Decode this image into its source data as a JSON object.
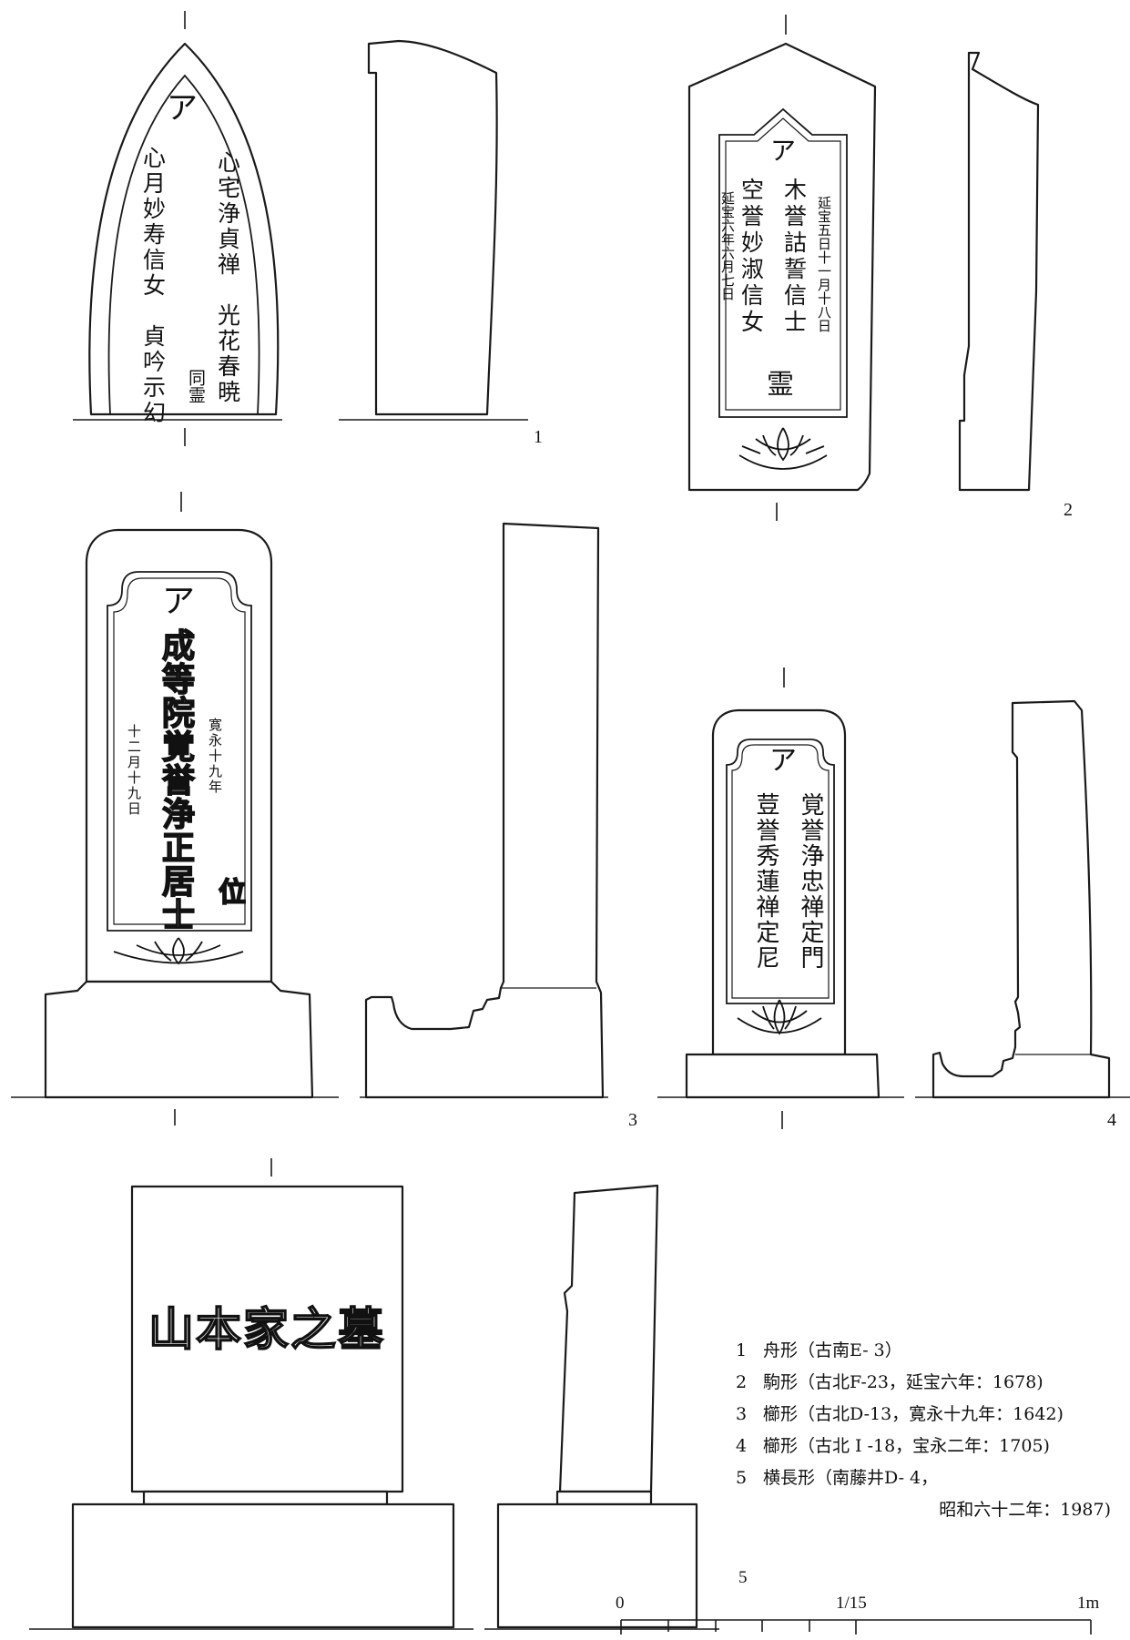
{
  "figure_numbers": [
    "1",
    "2",
    "3",
    "4",
    "5"
  ],
  "inscriptions": {
    "s1": {
      "siddham": "ア",
      "right": "心宅浄貞禅　光花春暁",
      "left": "心月妙寿信女　貞吟示幻",
      "small": "同霊"
    },
    "s2": {
      "siddham": "ア",
      "date_right": "延宝五日十一月十八日",
      "main_right": "木誉詁誓信士",
      "main_left": "空誉妙淑信女",
      "date_left": "延宝六年六月七日",
      "bottom": "霊"
    },
    "s3": {
      "siddham": "ア",
      "main": "成等院覚誉浄正居士",
      "bottom": "位",
      "date_right": "寛永十九年",
      "date_left": "十二月十九日"
    },
    "s4": {
      "siddham": "ア",
      "right": "覚誉浄忠禅定門",
      "left": "荳誉秀蓮禅定尼"
    },
    "s5": {
      "text": "山本家之墓"
    }
  },
  "legend": [
    {
      "num": "1",
      "text": "舟形（古南E- 3）"
    },
    {
      "num": "2",
      "text": "駒形（古北F-23，延宝六年：1678)"
    },
    {
      "num": "3",
      "text": "櫛形（古北D-13，寛永十九年：1642)"
    },
    {
      "num": "4",
      "text": "櫛形（古北 I -18，宝永二年：1705)"
    },
    {
      "num": "5",
      "text": "横長形（南藤井D- 4，"
    }
  ],
  "legend_continuation": "昭和六十二年：1987)",
  "scale": {
    "zero": "0",
    "ratio": "1/15",
    "end": "1m"
  }
}
